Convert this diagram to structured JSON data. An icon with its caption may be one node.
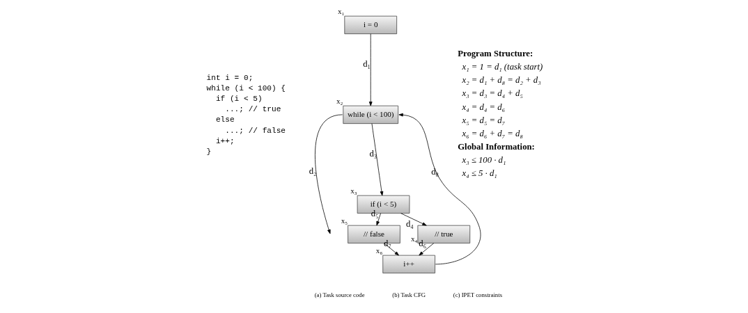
{
  "diagram": {
    "nodes": [
      {
        "text": [
          "i = 0"
        ],
        "beside": [
          "x₁"
        ]
      },
      {
        "text": [
          "while (i < 100)"
        ],
        "beside": [
          "x₂"
        ]
      },
      {
        "text": [
          "if (i < 5)"
        ],
        "beside": [
          "x₃"
        ]
      },
      {
        "text": [
          "// true"
        ],
        "beside": [
          "x₄"
        ]
      },
      {
        "text": [
          "// false"
        ],
        "beside": [
          "x₅"
        ]
      },
      {
        "text": [
          "i++"
        ],
        "beside": [
          "x₆"
        ]
      }
    ],
    "edges": [
      {
        "from": 0,
        "to": 1,
        "arrow": "to",
        "label": "d₁"
      },
      {
        "from": 1,
        "to": null,
        "arrow": "to",
        "label": "d₂"
      },
      {
        "from": 1,
        "to": 2,
        "arrow": "to",
        "label": "d₃"
      },
      {
        "from": 2,
        "to": 3,
        "arrow": "to",
        "label": "d₄"
      },
      {
        "from": 2,
        "to": 4,
        "arrow": "to",
        "label": "d₅"
      },
      {
        "from": 3,
        "to": 5,
        "arrow": "to",
        "label": "d₆"
      },
      {
        "from": 4,
        "to": 5,
        "arrow": "to",
        "label": "d₇"
      },
      {
        "from": 5,
        "to": 1,
        "arrow": "to",
        "label": "d₈"
      }
    ],
    "labels": [
      "int i = 0;",
      "while (i < 100) {",
      "if (i < 5)",
      "...; // true",
      "else",
      "...; // false",
      "i++;",
      "}",
      "Program Structure:",
      "x₁ = 1 = d₁ (task start)",
      "x₂ = d₁ + d₈ = d₂ + d₃",
      "x₃ = d₃ = d₄ + d₅",
      "x₄ = d₄ = d₆",
      "x₅ = d₅ = d₇",
      "x₆ = d₆ + d₇ = d₈",
      "Global Information:",
      "x₃ ≤ 100 · d₁",
      "x₄ ≤ 5 · d₁",
      "(a) Task source code",
      "(b) Task CFG",
      "(c) IPET constraints"
    ]
  }
}
